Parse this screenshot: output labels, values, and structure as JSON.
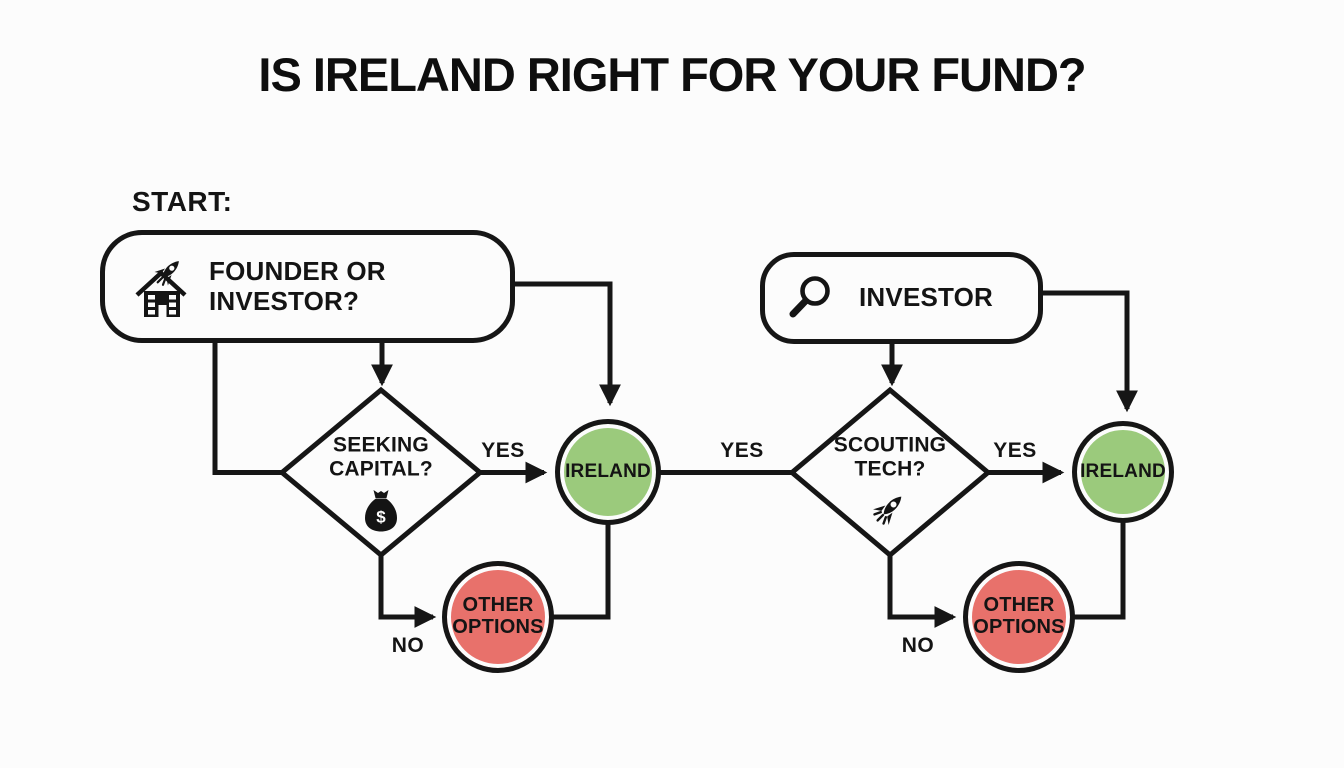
{
  "title": "IS IRELAND RIGHT FOR YOUR FUND?",
  "start_label": "START:",
  "nodes": {
    "founder_box": {
      "label": "FOUNDER OR INVESTOR?",
      "icon": "building-rocket-icon"
    },
    "seeking_capital_decision": {
      "label": "SEEKING CAPITAL?",
      "icon": "money-bag-icon",
      "icon_glyph": "$"
    },
    "ireland_left": {
      "label": "IRELAND"
    },
    "other_options_left": {
      "label": "OTHER OPTIONS"
    },
    "investor_box": {
      "label": "INVESTOR",
      "icon": "magnifier-icon"
    },
    "scouting_tech_decision": {
      "label": "SCOUTING TECH?",
      "icon": "rocket-icon"
    },
    "ireland_right": {
      "label": "IRELAND"
    },
    "other_options_right": {
      "label": "OTHER OPTIONS"
    }
  },
  "edge_labels": {
    "seeking_capital_yes": "YES",
    "seeking_capital_no": "NO",
    "ireland_to_scouting": "YES",
    "scouting_tech_yes": "YES",
    "scouting_tech_no": "NO"
  },
  "colors": {
    "background": "#FCFCFC",
    "line": "#161616",
    "ireland_fill": "#9BCA7C",
    "other_options_fill": "#E8716B"
  }
}
